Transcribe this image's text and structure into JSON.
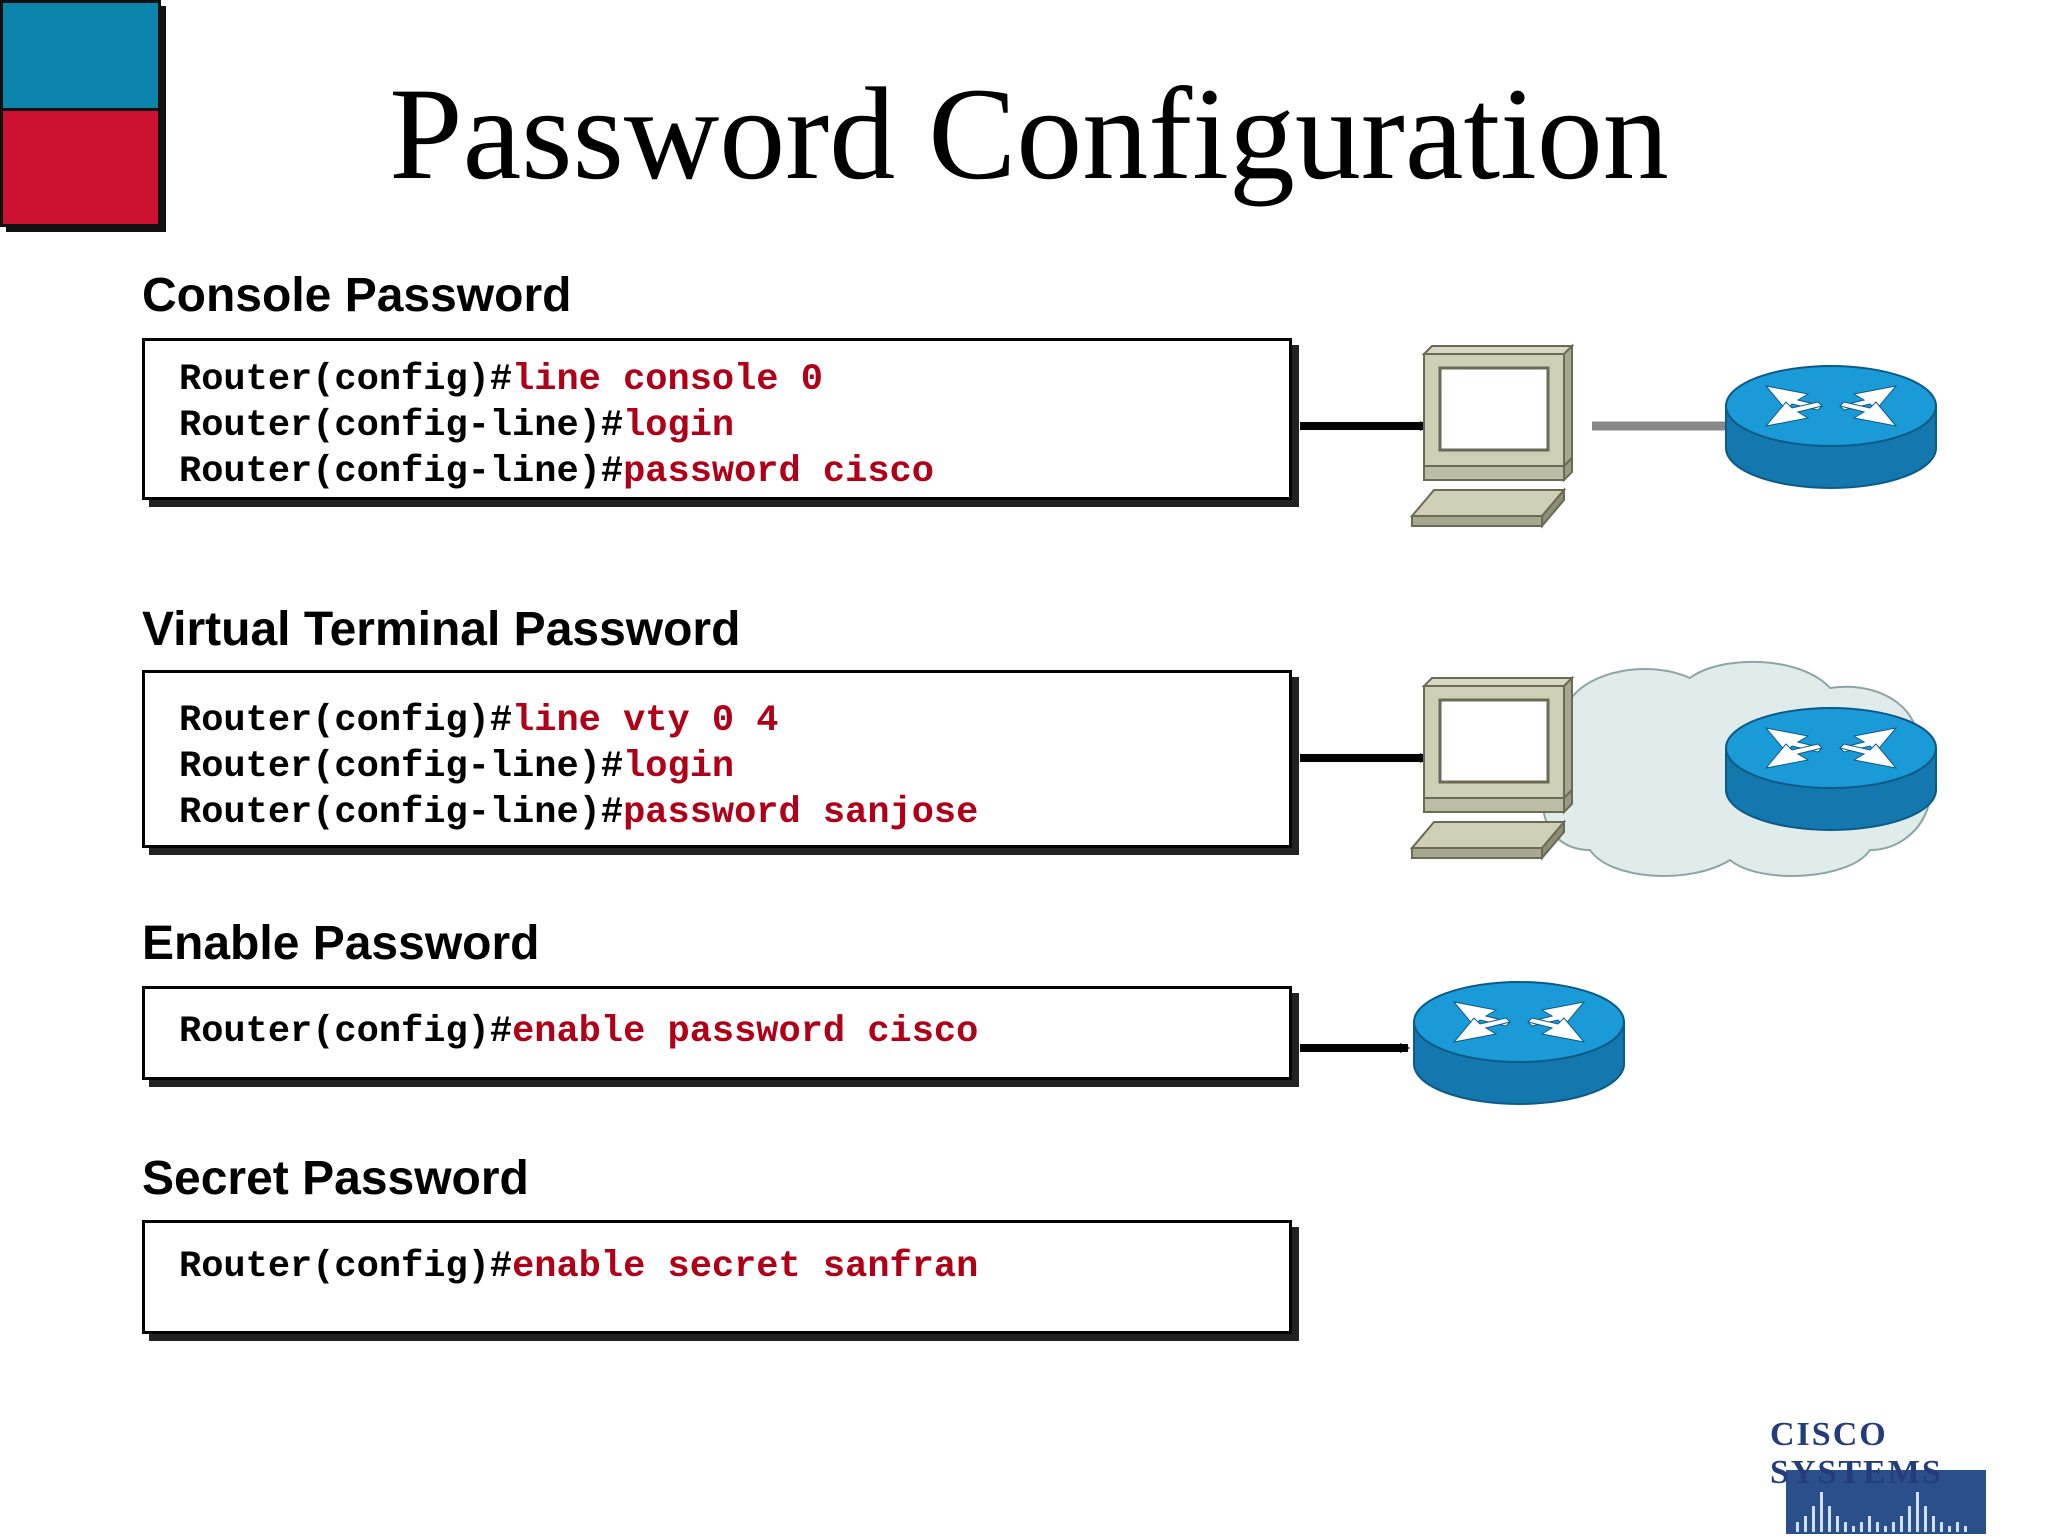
{
  "title": "Password Configuration",
  "sections": [
    {
      "heading": "Console Password",
      "lines": [
        {
          "prompt": "Router(config)#",
          "command": "line console 0"
        },
        {
          "prompt": "Router(config-line)#",
          "command": "login"
        },
        {
          "prompt": "Router(config-line)#",
          "command": "password cisco"
        }
      ]
    },
    {
      "heading": "Virtual Terminal Password",
      "lines": [
        {
          "prompt": "Router(config)#",
          "command": "line vty 0 4"
        },
        {
          "prompt": "Router(config-line)#",
          "command": "login"
        },
        {
          "prompt": "Router(config-line)#",
          "command": "password sanjose"
        }
      ]
    },
    {
      "heading": "Enable Password",
      "lines": [
        {
          "prompt": "Router(config)#",
          "command": "enable password cisco"
        }
      ]
    },
    {
      "heading": "Secret Password",
      "lines": [
        {
          "prompt": "Router(config)#",
          "command": "enable secret sanfran"
        }
      ]
    }
  ],
  "logo": {
    "text": "Cisco Systems",
    "display_text": "CISCO SYSTEMS"
  },
  "colors": {
    "command": "#b00018",
    "corner_top": "#0a84aa",
    "corner_bottom": "#cc1230",
    "router": "#1a8fc6"
  },
  "icons": [
    "terminal-pc-icon",
    "router-icon",
    "cloud-icon",
    "arrow-icon",
    "cisco-logo"
  ]
}
